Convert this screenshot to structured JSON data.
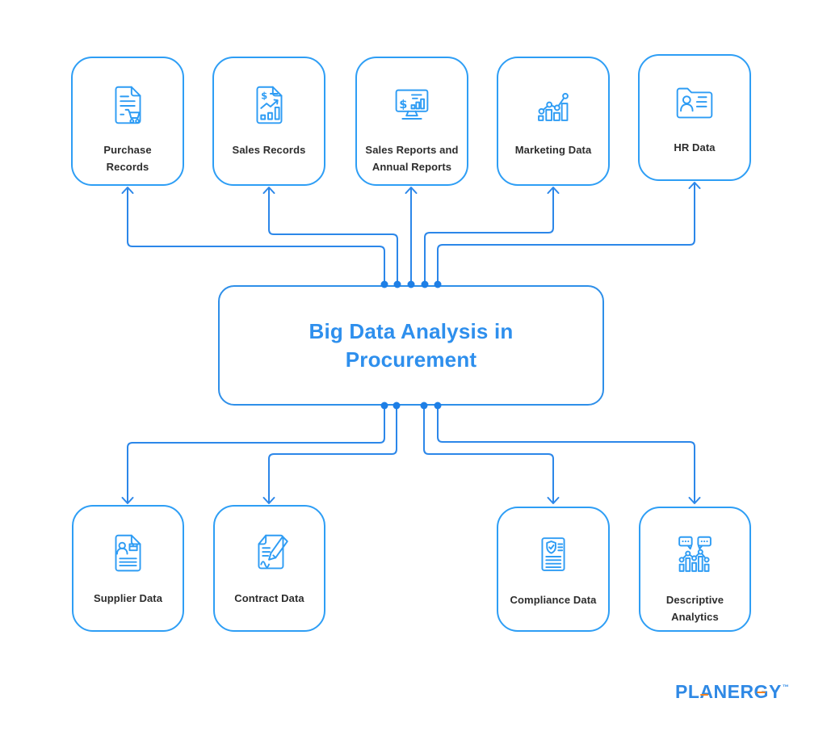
{
  "diagram": {
    "title": "Big Data Analysis in Procurement",
    "top_nodes": [
      {
        "label": "Purchase Records",
        "icon": "purchase-records-icon"
      },
      {
        "label": "Sales Records",
        "icon": "sales-records-icon"
      },
      {
        "label": "Sales Reports and Annual Reports",
        "icon": "sales-reports-icon"
      },
      {
        "label": "Marketing Data",
        "icon": "marketing-data-icon"
      },
      {
        "label": "HR Data",
        "icon": "hr-data-icon"
      }
    ],
    "bottom_nodes": [
      {
        "label": "Supplier Data",
        "icon": "supplier-data-icon"
      },
      {
        "label": "Contract Data",
        "icon": "contract-data-icon"
      },
      {
        "label": "Compliance Data",
        "icon": "compliance-data-icon"
      },
      {
        "label": "Descriptive Analytics",
        "icon": "descriptive-analytics-icon"
      }
    ],
    "edges": [
      {
        "from": "Big Data Analysis in Procurement",
        "to": "Purchase Records"
      },
      {
        "from": "Big Data Analysis in Procurement",
        "to": "Sales Records"
      },
      {
        "from": "Big Data Analysis in Procurement",
        "to": "Sales Reports and Annual Reports"
      },
      {
        "from": "Big Data Analysis in Procurement",
        "to": "Marketing Data"
      },
      {
        "from": "Big Data Analysis in Procurement",
        "to": "HR Data"
      },
      {
        "from": "Big Data Analysis in Procurement",
        "to": "Supplier Data"
      },
      {
        "from": "Big Data Analysis in Procurement",
        "to": "Contract Data"
      },
      {
        "from": "Big Data Analysis in Procurement",
        "to": "Compliance Data"
      },
      {
        "from": "Big Data Analysis in Procurement",
        "to": "Descriptive Analytics"
      }
    ]
  },
  "icon_glyphs": {
    "dollar": "$"
  },
  "logo": {
    "text": "PLANERGY",
    "trademark": "™"
  },
  "colors": {
    "connector_blue": "#2c87e9",
    "node_border_blue": "#2e9ef5",
    "title_blue": "#2e8fed",
    "icon_blue": "#2e9cf4",
    "label_dark": "#2d2d2d",
    "logo_blue": "#2f89e5",
    "logo_orange": "#f5821f",
    "background": "#ffffff"
  }
}
